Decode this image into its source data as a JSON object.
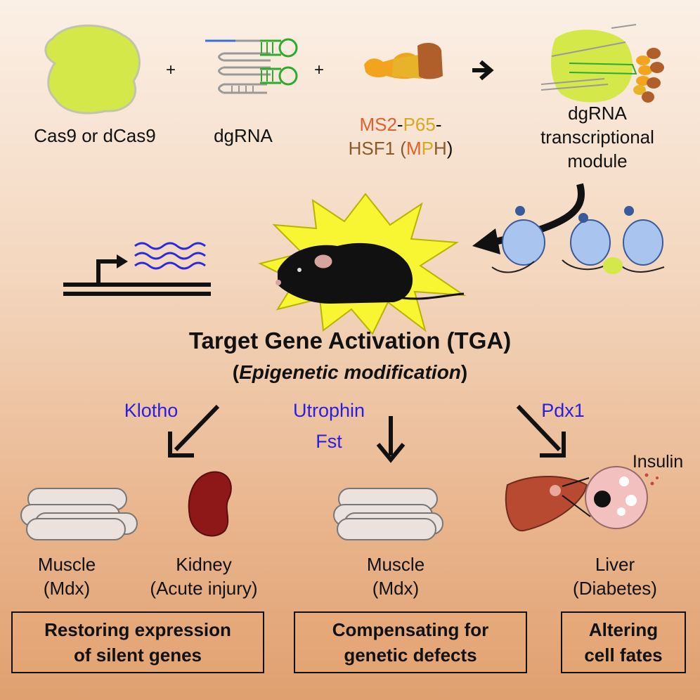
{
  "components": {
    "cas9": "Cas9 or dCas9",
    "dgrna": "dgRNA",
    "mph_ms2": "MS2",
    "mph_dash1": "-",
    "mph_p65": "P65",
    "mph_dash2": "-",
    "mph_hsf1": "HSF1 (",
    "mph_m": "M",
    "mph_p": "P",
    "mph_h": "H",
    "mph_close": ")",
    "module_line1": "dgRNA",
    "module_line2": "transcriptional",
    "module_line3": "module",
    "plus": "+"
  },
  "headline": {
    "title": "Target Gene Activation (TGA)",
    "subtitle_open": "(",
    "subtitle_italic": "Epigenetic modification",
    "subtitle_close": ")"
  },
  "genes": {
    "klotho": "Klotho",
    "utrophin": "Utrophin",
    "fst": "Fst",
    "pdx1": "Pdx1"
  },
  "targets": {
    "muscle1_name": "Muscle",
    "muscle1_model": "(Mdx)",
    "kidney_name": "Kidney",
    "kidney_model": "(Acute injury)",
    "muscle2_name": "Muscle",
    "muscle2_model": "(Mdx)",
    "liver_name": "Liver",
    "liver_model": "(Diabetes)",
    "insulin": "Insulin"
  },
  "outcomes": [
    {
      "line1": "Restoring expression",
      "line2": "of silent genes"
    },
    {
      "line1": "Compensating for",
      "line2": "genetic defects"
    },
    {
      "line1": "Altering",
      "line2": "cell fates"
    }
  ],
  "colors": {
    "cas9": "#d4e84a",
    "gene_text": "#2a1ee0",
    "ms2": "#e0622a",
    "p65": "#d8a820",
    "hsf1": "#8a5a2a",
    "kidney": "#8e1818",
    "liver": "#b84a32"
  }
}
